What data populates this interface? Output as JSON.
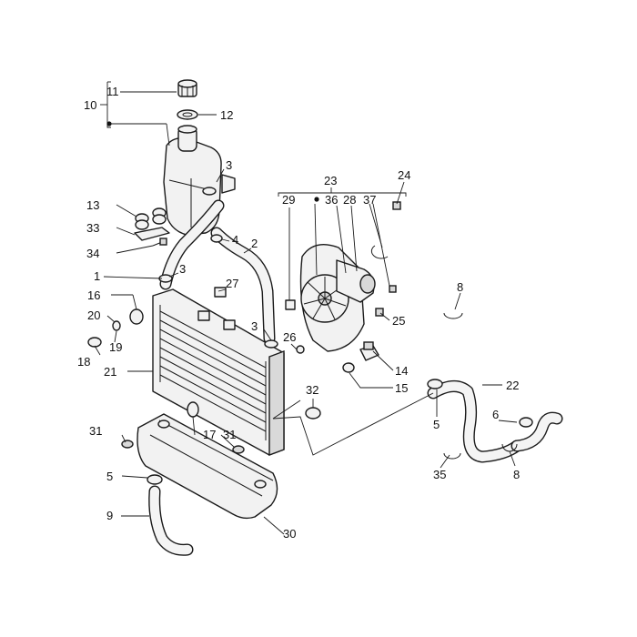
{
  "callouts": {
    "c1": "1",
    "c2": "2",
    "c3a": "3",
    "c3b": "3",
    "c3c": "3",
    "c4": "4",
    "c5a": "5",
    "c5b": "5",
    "c6": "6",
    "c8a": "8",
    "c8b": "8",
    "c9": "9",
    "c10": "10",
    "c11": "11",
    "c12": "12",
    "c13": "13",
    "c14": "14",
    "c15": "15",
    "c16": "16",
    "c17": "17",
    "c18": "18",
    "c19": "19",
    "c20": "20",
    "c21": "21",
    "c22": "22",
    "c23": "23",
    "c24": "24",
    "c25": "25",
    "c26": "26",
    "c27": "27",
    "c28": "28",
    "c29": "29",
    "c30": "30",
    "c31a": "31",
    "c31b": "31",
    "c32": "32",
    "c33": "33",
    "c34": "34",
    "c35": "35",
    "c36": "36",
    "c37": "37"
  },
  "colors": {
    "line": "#1a1a1a",
    "fill": "#f2f2f2",
    "background": "#ffffff"
  }
}
